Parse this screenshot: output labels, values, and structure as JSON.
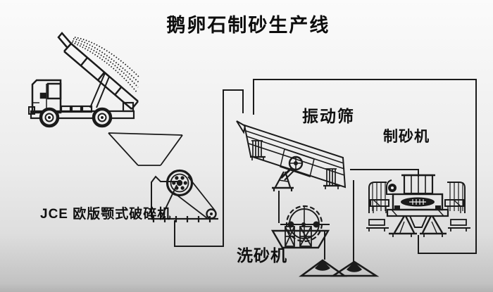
{
  "title": "鹅卵石制砂生产线",
  "labels": {
    "jaw_crusher": "JCE 欧版颚式破碎机",
    "vibrating_screen": "振动筛",
    "sand_maker": "制砂机",
    "sand_washer": "洗砂机"
  },
  "icons": [
    "dump-truck-icon",
    "feed-hopper-icon",
    "jaw-crusher-icon",
    "vibrating-screen-icon",
    "sand-maker-icon",
    "sand-washer-icon",
    "sand-pile-icon"
  ],
  "process_flow": [
    {
      "from": "dump-truck",
      "to": "feed-hopper"
    },
    {
      "from": "feed-hopper",
      "to": "jaw-crusher"
    },
    {
      "from": "jaw-crusher",
      "to": "vibrating-screen"
    },
    {
      "from": "vibrating-screen",
      "to": "sand-maker"
    },
    {
      "from": "sand-maker",
      "to": "vibrating-screen"
    },
    {
      "from": "vibrating-screen",
      "to": "sand-washer"
    },
    {
      "from": "vibrating-screen",
      "to": "sand-pile-2"
    },
    {
      "from": "sand-washer",
      "to": "sand-pile-1"
    }
  ],
  "colors": {
    "ink": "#1b1b1b",
    "background_top": "#fbfbfb",
    "background_bottom": "#b3b3b3"
  }
}
